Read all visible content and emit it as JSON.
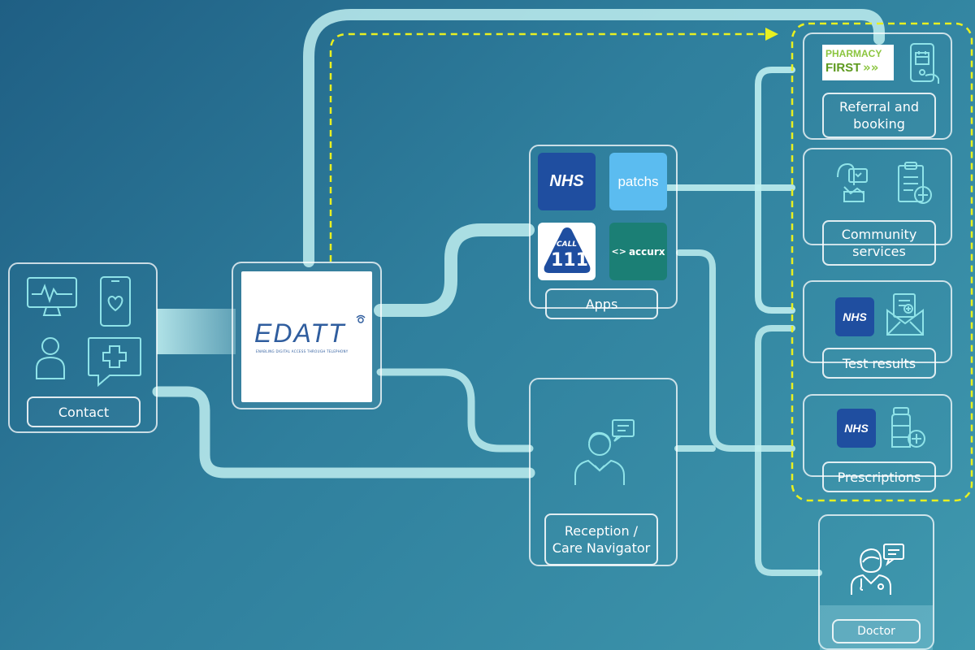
{
  "contact": {
    "label": "Contact"
  },
  "edatt": {
    "name": "EDATT",
    "tagline": "ENABLING DIGITAL ACCESS THROUGH TELEPHONY"
  },
  "apps": {
    "label": "Apps",
    "tiles": {
      "nhs": "NHS",
      "patchs": "patchs",
      "call": "CALL",
      "number": "111",
      "accurx": "accurx"
    }
  },
  "reception": {
    "label": "Reception / Care Navigator",
    "line1": "Reception /",
    "line2": "Care Navigator"
  },
  "services": {
    "referral": {
      "line1": "Referral and",
      "line2": "booking",
      "logo_line1": "PHARMACY",
      "logo_line2": "FIRST"
    },
    "community": {
      "line1": "Community",
      "line2": "services"
    },
    "test_results": {
      "label": "Test results",
      "logo": "NHS"
    },
    "prescriptions": {
      "label": "Prescriptions",
      "logo": "NHS"
    }
  },
  "doctor": {
    "label": "Doctor"
  },
  "colors": {
    "background_start": "#1f5f84",
    "background_end": "#3f98ae",
    "connector": "#bfeef0",
    "highlight_dash": "#e8f020",
    "nhs_blue": "#1f4ea0",
    "patchs_blue": "#5bbcf0",
    "accurx_teal": "#1b7f75",
    "pharmacy_green": "#8bc53f"
  }
}
